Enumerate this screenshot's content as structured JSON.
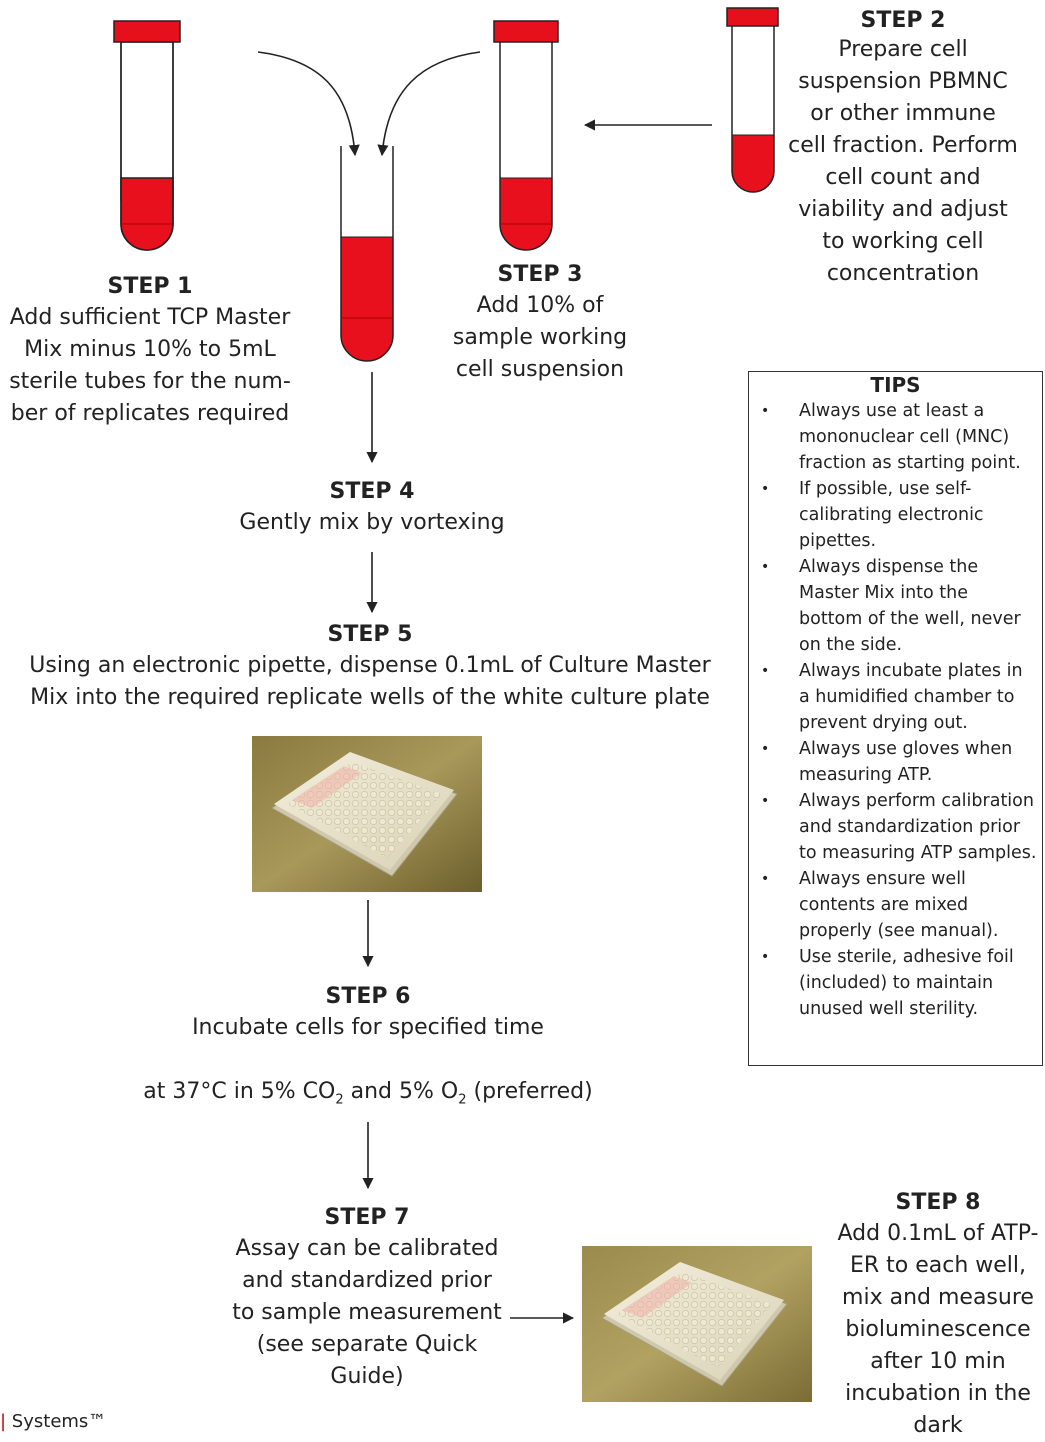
{
  "step1": {
    "title": "STEP 1",
    "body": "Add sufficient TCP Master\nMix minus 10% to 5mL\nsterile tubes for the num-\nber of replicates required"
  },
  "step2": {
    "title": "STEP 2",
    "body": "Prepare cell\nsuspension PBMNC\nor other immune\ncell fraction. Perform\ncell count and\nviability and adjust\nto working cell\nconcentration"
  },
  "step3": {
    "title": "STEP 3",
    "body": "Add 10% of\nsample working\ncell suspension"
  },
  "step4": {
    "title": "STEP 4",
    "body": "Gently mix by vortexing"
  },
  "step5": {
    "title": "STEP 5",
    "body": "Using an electronic pipette, dispense 0.1mL of Culture Master\nMix into the required replicate wells of the white culture plate"
  },
  "step6": {
    "title": "STEP 6",
    "line1": "Incubate cells for specified time",
    "line2_a": "at 37°C in 5% CO",
    "line2_sub1": "2",
    "line2_b": " and 5% O",
    "line2_sub2": "2",
    "line2_c": " (preferred)"
  },
  "step7": {
    "title": "STEP 7",
    "body": "Assay can be calibrated\nand standardized prior\nto sample measurement\n(see separate Quick\nGuide)"
  },
  "step8": {
    "title": "STEP 8",
    "body": "Add 0.1mL of ATP-\nER to each well,\nmix and measure\nbioluminescence\nafter 10 min\nincubation in the\ndark"
  },
  "tips": {
    "title": "TIPS",
    "items": [
      "Always use at least a\nmononuclear cell (MNC)\nfraction as starting point.",
      "If possible, use self-\ncalibrating electronic\npipettes.",
      "Always dispense  the\nMaster Mix into the\nbottom of the well, never\non the side.",
      "Always incubate plates in\na humidified chamber to\nprevent drying out.",
      "Always use gloves when\nmeasuring ATP.",
      "Always perform calibration\nand standardization prior\nto measuring ATP samples.",
      "Always ensure well\ncontents are mixed\nproperly (see manual).",
      "Use sterile, adhesive foil\n(included) to maintain\nunused well sterility."
    ]
  },
  "footer": {
    "bar": "|",
    "text": " Systems™"
  },
  "colors": {
    "liquid": "#e8101c",
    "cap": "#e5101b",
    "outline": "#222222"
  }
}
